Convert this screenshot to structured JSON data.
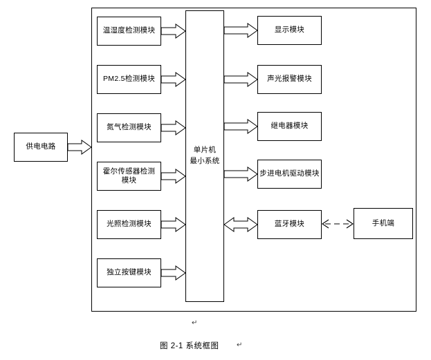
{
  "figure": {
    "caption": "图 2-1 系统框图",
    "caption_prefix": "图",
    "caption_number": "2-1",
    "caption_title": "系统框图",
    "pilcrow_mark": "↵"
  },
  "colors": {
    "line": "#000000",
    "box_fill": "#ffffff",
    "background": "#ffffff",
    "text": "#000000"
  },
  "nodes": {
    "power": {
      "label": "供电电路"
    },
    "mcu": {
      "label": "单片机\n最小系统"
    },
    "sensors": [
      {
        "label": "温湿度检测模块"
      },
      {
        "label": "PM2.5检测模块"
      },
      {
        "label": "氮气检测模块"
      },
      {
        "label": "霍尔传感器检测\n模块"
      },
      {
        "label": "光照检测模块"
      },
      {
        "label": "独立按键模块"
      }
    ],
    "outputs": [
      {
        "label": "显示模块"
      },
      {
        "label": "声光报警模块"
      },
      {
        "label": "继电器模块"
      },
      {
        "label": "步进电机驱动模块"
      },
      {
        "label": "蓝牙模块"
      }
    ],
    "phone": {
      "label": "手机端"
    }
  },
  "connections": [
    {
      "from": "供电电路",
      "to": "系统框架",
      "style": "block-arrow",
      "direction": "right"
    },
    {
      "from": "温湿度检测模块",
      "to": "单片机最小系统",
      "style": "block-arrow",
      "direction": "right"
    },
    {
      "from": "PM2.5检测模块",
      "to": "单片机最小系统",
      "style": "block-arrow",
      "direction": "right"
    },
    {
      "from": "氮气检测模块",
      "to": "单片机最小系统",
      "style": "block-arrow",
      "direction": "right"
    },
    {
      "from": "霍尔传感器检测模块",
      "to": "单片机最小系统",
      "style": "block-arrow",
      "direction": "right"
    },
    {
      "from": "光照检测模块",
      "to": "单片机最小系统",
      "style": "block-arrow",
      "direction": "right"
    },
    {
      "from": "独立按键模块",
      "to": "单片机最小系统",
      "style": "block-arrow",
      "direction": "right"
    },
    {
      "from": "单片机最小系统",
      "to": "显示模块",
      "style": "block-arrow",
      "direction": "right"
    },
    {
      "from": "单片机最小系统",
      "to": "声光报警模块",
      "style": "block-arrow",
      "direction": "right"
    },
    {
      "from": "单片机最小系统",
      "to": "继电器模块",
      "style": "block-arrow",
      "direction": "right"
    },
    {
      "from": "单片机最小系统",
      "to": "步进电机驱动模块",
      "style": "block-arrow",
      "direction": "right"
    },
    {
      "from": "单片机最小系统",
      "to": "蓝牙模块",
      "style": "block-arrow",
      "direction": "both"
    },
    {
      "from": "蓝牙模块",
      "to": "手机端",
      "style": "dashed-arrow",
      "direction": "both"
    }
  ]
}
